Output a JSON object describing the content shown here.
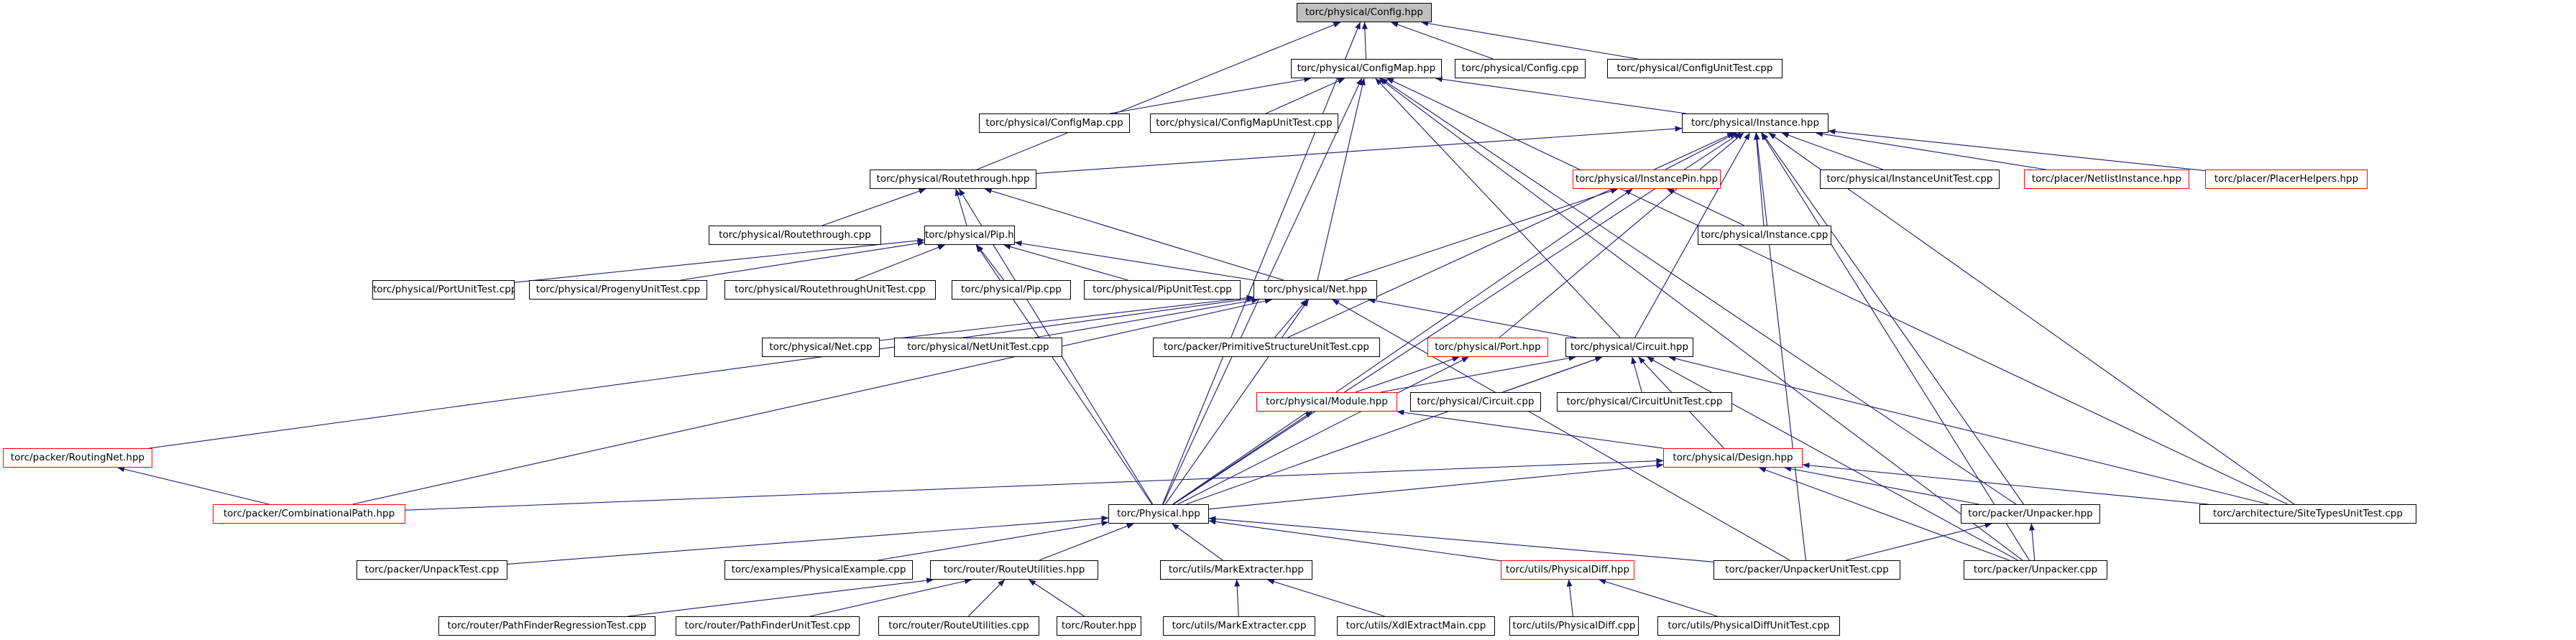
{
  "colors": {
    "edge": "#191970",
    "border": "#000000",
    "undocumented_border": "#ff0000",
    "root_fill": "#bfbfbf",
    "background": "#ffffff"
  },
  "nodes": [
    {
      "id": "config_hpp",
      "label": "torc/physical/Config.hpp",
      "style": "root"
    },
    {
      "id": "configmap_hpp",
      "label": "torc/physical/ConfigMap.hpp",
      "style": "normal"
    },
    {
      "id": "config_cpp",
      "label": "torc/physical/Config.cpp",
      "style": "normal"
    },
    {
      "id": "configunittest_cpp",
      "label": "torc/physical/ConfigUnitTest.cpp",
      "style": "normal"
    },
    {
      "id": "configmap_cpp",
      "label": "torc/physical/ConfigMap.cpp",
      "style": "normal"
    },
    {
      "id": "configmapunittest_cpp",
      "label": "torc/physical/ConfigMapUnitTest.cpp",
      "style": "normal"
    },
    {
      "id": "instance_hpp",
      "label": "torc/physical/Instance.hpp",
      "style": "normal"
    },
    {
      "id": "routethrough_hpp",
      "label": "torc/physical/Routethrough.hpp",
      "style": "normal"
    },
    {
      "id": "instancepin_hpp",
      "label": "torc/physical/InstancePin.hpp",
      "style": "red"
    },
    {
      "id": "instanceunittest_cpp",
      "label": "torc/physical/InstanceUnitTest.cpp",
      "style": "normal"
    },
    {
      "id": "netlistinstance_hpp",
      "label": "torc/placer/NetlistInstance.hpp",
      "style": "red"
    },
    {
      "id": "placerhelpers_hpp",
      "label": "torc/placer/PlacerHelpers.hpp",
      "style": "red"
    },
    {
      "id": "routethrough_cpp",
      "label": "torc/physical/Routethrough.cpp",
      "style": "normal"
    },
    {
      "id": "pip_hpp",
      "label": "torc/physical/Pip.hpp",
      "style": "normal"
    },
    {
      "id": "instance_cpp",
      "label": "torc/physical/Instance.cpp",
      "style": "normal"
    },
    {
      "id": "portunittest_cpp",
      "label": "torc/physical/PortUnitTest.cpp",
      "style": "normal"
    },
    {
      "id": "progenyunittest_cpp",
      "label": "torc/physical/ProgenyUnitTest.cpp",
      "style": "normal"
    },
    {
      "id": "routethroughunittest_cpp",
      "label": "torc/physical/RoutethroughUnitTest.cpp",
      "style": "normal"
    },
    {
      "id": "pip_cpp",
      "label": "torc/physical/Pip.cpp",
      "style": "normal"
    },
    {
      "id": "pipunittest_cpp",
      "label": "torc/physical/PipUnitTest.cpp",
      "style": "normal"
    },
    {
      "id": "net_hpp",
      "label": "torc/physical/Net.hpp",
      "style": "normal"
    },
    {
      "id": "net_cpp",
      "label": "torc/physical/Net.cpp",
      "style": "normal"
    },
    {
      "id": "netunittest_cpp",
      "label": "torc/physical/NetUnitTest.cpp",
      "style": "normal"
    },
    {
      "id": "primitivestructureunittest_cpp",
      "label": "torc/packer/PrimitiveStructureUnitTest.cpp",
      "style": "normal"
    },
    {
      "id": "port_hpp",
      "label": "torc/physical/Port.hpp",
      "style": "red"
    },
    {
      "id": "circuit_hpp",
      "label": "torc/physical/Circuit.hpp",
      "style": "normal"
    },
    {
      "id": "module_hpp",
      "label": "torc/physical/Module.hpp",
      "style": "red"
    },
    {
      "id": "circuit_cpp",
      "label": "torc/physical/Circuit.cpp",
      "style": "normal"
    },
    {
      "id": "circuitunittest_cpp",
      "label": "torc/physical/CircuitUnitTest.cpp",
      "style": "normal"
    },
    {
      "id": "routingnet_hpp",
      "label": "torc/packer/RoutingNet.hpp",
      "style": "red"
    },
    {
      "id": "design_hpp",
      "label": "torc/physical/Design.hpp",
      "style": "red"
    },
    {
      "id": "combinationalpath_hpp",
      "label": "torc/packer/CombinationalPath.hpp",
      "style": "red"
    },
    {
      "id": "physical_hpp",
      "label": "torc/Physical.hpp",
      "style": "normal"
    },
    {
      "id": "unpacker_hpp",
      "label": "torc/packer/Unpacker.hpp",
      "style": "normal"
    },
    {
      "id": "sitetypesunittest_cpp",
      "label": "torc/architecture/SiteTypesUnitTest.cpp",
      "style": "normal"
    },
    {
      "id": "unpacktest_cpp",
      "label": "torc/packer/UnpackTest.cpp",
      "style": "normal"
    },
    {
      "id": "physicalexample_cpp",
      "label": "torc/examples/PhysicalExample.cpp",
      "style": "normal"
    },
    {
      "id": "routeutilities_hpp",
      "label": "torc/router/RouteUtilities.hpp",
      "style": "normal"
    },
    {
      "id": "markextracter_hpp",
      "label": "torc/utils/MarkExtracter.hpp",
      "style": "normal"
    },
    {
      "id": "physicaldiff_hpp",
      "label": "torc/utils/PhysicalDiff.hpp",
      "style": "red"
    },
    {
      "id": "unpackerunittest_cpp",
      "label": "torc/packer/UnpackerUnitTest.cpp",
      "style": "normal"
    },
    {
      "id": "unpacker_cpp",
      "label": "torc/packer/Unpacker.cpp",
      "style": "normal"
    },
    {
      "id": "pathfinderregressiontest_cpp",
      "label": "torc/router/PathFinderRegressionTest.cpp",
      "style": "normal"
    },
    {
      "id": "pathfinderunittest_cpp",
      "label": "torc/router/PathFinderUnitTest.cpp",
      "style": "normal"
    },
    {
      "id": "routeutilities_cpp",
      "label": "torc/router/RouteUtilities.cpp",
      "style": "normal"
    },
    {
      "id": "router_hpp",
      "label": "torc/Router.hpp",
      "style": "normal"
    },
    {
      "id": "markextracter_cpp",
      "label": "torc/utils/MarkExtracter.cpp",
      "style": "normal"
    },
    {
      "id": "xdlextractmain_cpp",
      "label": "torc/utils/XdlExtractMain.cpp",
      "style": "normal"
    },
    {
      "id": "physicaldiff_cpp",
      "label": "torc/utils/PhysicalDiff.cpp",
      "style": "normal"
    },
    {
      "id": "physicaldiffunittest_cpp",
      "label": "torc/utils/PhysicalDiffUnitTest.cpp",
      "style": "normal"
    }
  ],
  "edges": [
    [
      "configmap_hpp",
      "config_hpp"
    ],
    [
      "config_cpp",
      "config_hpp"
    ],
    [
      "configunittest_cpp",
      "config_hpp"
    ],
    [
      "routethrough_hpp",
      "config_hpp"
    ],
    [
      "physical_hpp",
      "config_hpp"
    ],
    [
      "configmap_cpp",
      "configmap_hpp"
    ],
    [
      "configmapunittest_cpp",
      "configmap_hpp"
    ],
    [
      "instance_hpp",
      "configmap_hpp"
    ],
    [
      "net_hpp",
      "configmap_hpp"
    ],
    [
      "circuit_hpp",
      "configmap_hpp"
    ],
    [
      "physical_hpp",
      "configmap_hpp"
    ],
    [
      "unpacker_hpp",
      "configmap_hpp"
    ],
    [
      "sitetypesunittest_cpp",
      "configmap_hpp"
    ],
    [
      "unpacker_cpp",
      "configmap_hpp"
    ],
    [
      "routethrough_hpp",
      "instance_hpp"
    ],
    [
      "instancepin_hpp",
      "instance_hpp"
    ],
    [
      "instanceunittest_cpp",
      "instance_hpp"
    ],
    [
      "netlistinstance_hpp",
      "instance_hpp"
    ],
    [
      "placerhelpers_hpp",
      "instance_hpp"
    ],
    [
      "instance_cpp",
      "instance_hpp"
    ],
    [
      "primitivestructureunittest_cpp",
      "instance_hpp"
    ],
    [
      "port_hpp",
      "instance_hpp"
    ],
    [
      "circuit_hpp",
      "instance_hpp"
    ],
    [
      "physical_hpp",
      "instance_hpp"
    ],
    [
      "unpackerunittest_cpp",
      "instance_hpp"
    ],
    [
      "unpacker_hpp",
      "instance_hpp"
    ],
    [
      "sitetypesunittest_cpp",
      "instance_hpp"
    ],
    [
      "unpacker_cpp",
      "instance_hpp"
    ],
    [
      "routethrough_cpp",
      "routethrough_hpp"
    ],
    [
      "pip_hpp",
      "routethrough_hpp"
    ],
    [
      "net_hpp",
      "routethrough_hpp"
    ],
    [
      "physical_hpp",
      "routethrough_hpp"
    ],
    [
      "instance_cpp",
      "instancepin_hpp"
    ],
    [
      "net_hpp",
      "instancepin_hpp"
    ],
    [
      "physical_hpp",
      "instancepin_hpp"
    ],
    [
      "portunittest_cpp",
      "pip_hpp"
    ],
    [
      "progenyunittest_cpp",
      "pip_hpp"
    ],
    [
      "routethroughunittest_cpp",
      "pip_hpp"
    ],
    [
      "pip_cpp",
      "pip_hpp"
    ],
    [
      "pipunittest_cpp",
      "pip_hpp"
    ],
    [
      "net_hpp",
      "pip_hpp"
    ],
    [
      "physical_hpp",
      "pip_hpp"
    ],
    [
      "net_cpp",
      "net_hpp"
    ],
    [
      "netunittest_cpp",
      "net_hpp"
    ],
    [
      "primitivestructureunittest_cpp",
      "net_hpp"
    ],
    [
      "circuit_hpp",
      "net_hpp"
    ],
    [
      "routingnet_hpp",
      "net_hpp"
    ],
    [
      "combinationalpath_hpp",
      "net_hpp"
    ],
    [
      "physical_hpp",
      "net_hpp"
    ],
    [
      "unpackerunittest_cpp",
      "net_hpp"
    ],
    [
      "module_hpp",
      "port_hpp"
    ],
    [
      "physical_hpp",
      "port_hpp"
    ],
    [
      "module_hpp",
      "circuit_hpp"
    ],
    [
      "circuit_cpp",
      "circuit_hpp"
    ],
    [
      "circuitunittest_cpp",
      "circuit_hpp"
    ],
    [
      "design_hpp",
      "circuit_hpp"
    ],
    [
      "physical_hpp",
      "circuit_hpp"
    ],
    [
      "sitetypesunittest_cpp",
      "circuit_hpp"
    ],
    [
      "unpacker_cpp",
      "circuit_hpp"
    ],
    [
      "design_hpp",
      "module_hpp"
    ],
    [
      "physical_hpp",
      "module_hpp"
    ],
    [
      "combinationalpath_hpp",
      "routingnet_hpp"
    ],
    [
      "combinationalpath_hpp",
      "design_hpp"
    ],
    [
      "physical_hpp",
      "design_hpp"
    ],
    [
      "unpacker_hpp",
      "design_hpp"
    ],
    [
      "sitetypesunittest_cpp",
      "design_hpp"
    ],
    [
      "unpacker_cpp",
      "design_hpp"
    ],
    [
      "unpacktest_cpp",
      "physical_hpp"
    ],
    [
      "physicalexample_cpp",
      "physical_hpp"
    ],
    [
      "routeutilities_hpp",
      "physical_hpp"
    ],
    [
      "markextracter_hpp",
      "physical_hpp"
    ],
    [
      "physicaldiff_hpp",
      "physical_hpp"
    ],
    [
      "unpackerunittest_cpp",
      "physical_hpp"
    ],
    [
      "unpackerunittest_cpp",
      "unpacker_hpp"
    ],
    [
      "unpacker_cpp",
      "unpacker_hpp"
    ],
    [
      "pathfinderregressiontest_cpp",
      "routeutilities_hpp"
    ],
    [
      "pathfinderunittest_cpp",
      "routeutilities_hpp"
    ],
    [
      "routeutilities_cpp",
      "routeutilities_hpp"
    ],
    [
      "router_hpp",
      "routeutilities_hpp"
    ],
    [
      "markextracter_cpp",
      "markextracter_hpp"
    ],
    [
      "xdlextractmain_cpp",
      "markextracter_hpp"
    ],
    [
      "physicaldiff_cpp",
      "physicaldiff_hpp"
    ],
    [
      "physicaldiffunittest_cpp",
      "physicaldiff_hpp"
    ]
  ]
}
